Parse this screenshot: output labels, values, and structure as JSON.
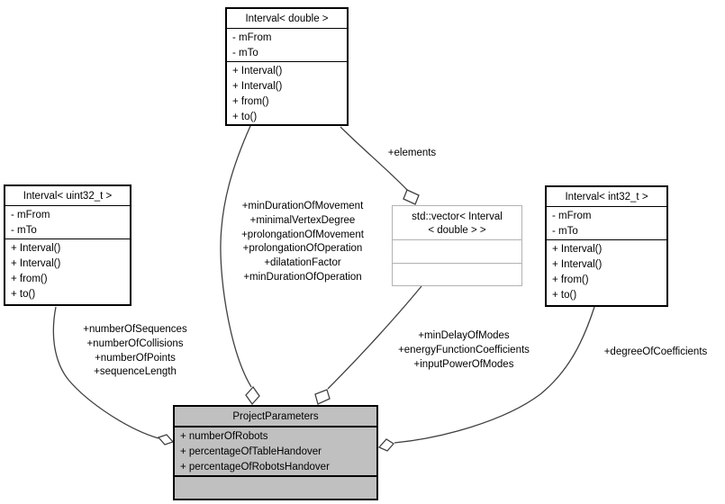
{
  "diagram": {
    "classes": {
      "interval_double": {
        "title": "Interval< double >",
        "attributes": [
          "- mFrom",
          "- mTo"
        ],
        "methods": [
          "+ Interval()",
          "+ Interval()",
          "+ from()",
          "+ to()"
        ]
      },
      "interval_uint32": {
        "title": "Interval< uint32_t >",
        "attributes": [
          "- mFrom",
          "- mTo"
        ],
        "methods": [
          "+ Interval()",
          "+ Interval()",
          "+ from()",
          "+ to()"
        ]
      },
      "interval_int32": {
        "title": "Interval< int32_t >",
        "attributes": [
          "- mFrom",
          "- mTo"
        ],
        "methods": [
          "+ Interval()",
          "+ Interval()",
          "+ from()",
          "+ to()"
        ]
      },
      "vector_interval_double": {
        "title_line1": "std::vector< Interval",
        "title_line2": "< double > >"
      },
      "project_parameters": {
        "title": "ProjectParameters",
        "attributes": [
          "+ numberOfRobots",
          "+ percentageOfTableHandover",
          "+ percentageOfRobotsHandover"
        ]
      }
    },
    "edge_labels": {
      "elements": "+elements",
      "double_to_project": [
        "+minDurationOfMovement",
        "+minimalVertexDegree",
        "+prolongationOfMovement",
        "+prolongationOfOperation",
        "+dilatationFactor",
        "+minDurationOfOperation"
      ],
      "uint32_to_project": [
        "+numberOfSequences",
        "+numberOfCollisions",
        "+numberOfPoints",
        "+sequenceLength"
      ],
      "vector_to_project": [
        "+minDelayOfModes",
        "+energyFunctionCoefficients",
        "+inputPowerOfModes"
      ],
      "int32_to_project": [
        "+degreeOfCoefficients"
      ]
    },
    "colors": {
      "background": "#ffffff",
      "main_node_fill": "#c0c0c0",
      "node_border": "#000000",
      "vector_node_border": "#b2b2b2",
      "edge": "#404040"
    }
  }
}
